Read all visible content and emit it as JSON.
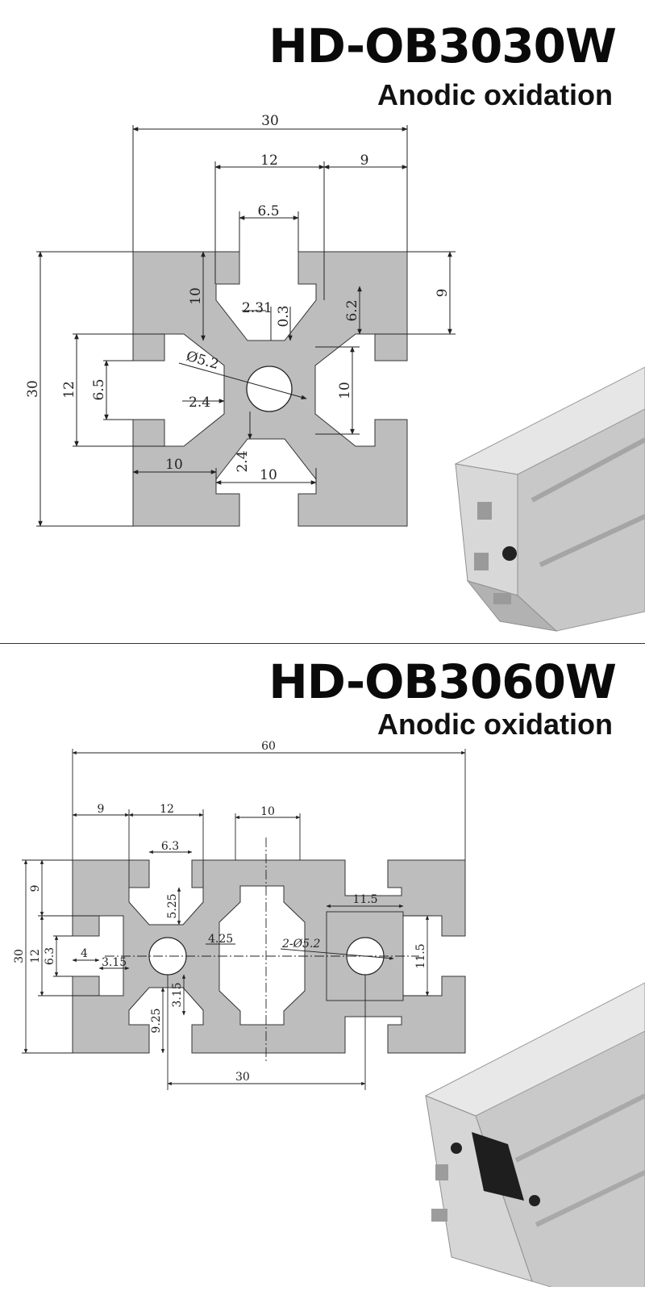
{
  "colors": {
    "profile_fill": "#bdbdbd",
    "dimension_line": "#222222",
    "background": "#ffffff",
    "separator": "#333333"
  },
  "panels": [
    {
      "model": "HD-OB3030W",
      "finish": "Anodic oxidation",
      "dims": {
        "overall_width": "30",
        "slot_span": "12",
        "edge_to_slot": "9",
        "slot_opening": "6.5",
        "slot_depth": "10",
        "lip_thickness": "2.31",
        "groove_depth": "0.3",
        "inner_depth": "6.2",
        "side_depth": "9",
        "overall_height": "30",
        "left_span": "12",
        "left_opening": "6.5",
        "bore": "Ø5.2",
        "web_left": "2.4",
        "right_depth": "10",
        "web_bottom": "2.4",
        "bottom_left": "10",
        "bottom_mid": "10"
      }
    },
    {
      "model": "HD-OB3060W",
      "finish": "Anodic oxidation",
      "dims": {
        "overall_width": "60",
        "edge_to_slot": "9",
        "slot_span": "12",
        "center_opening": "10",
        "slot_opening": "6.3",
        "slot_depth": "5.25",
        "right_slot": "11.5",
        "wall": "4.25",
        "bores": "2-Ø5.2",
        "overall_height": "30",
        "side_depth": "9",
        "left_span": "12",
        "left_opening": "6.3",
        "left_slot_depth": "4",
        "left_wall": "3.15",
        "bottom_depth": "9.25",
        "bottom_wall": "3.15",
        "hole_spacing": "30",
        "right_opening": "11.5"
      }
    }
  ]
}
